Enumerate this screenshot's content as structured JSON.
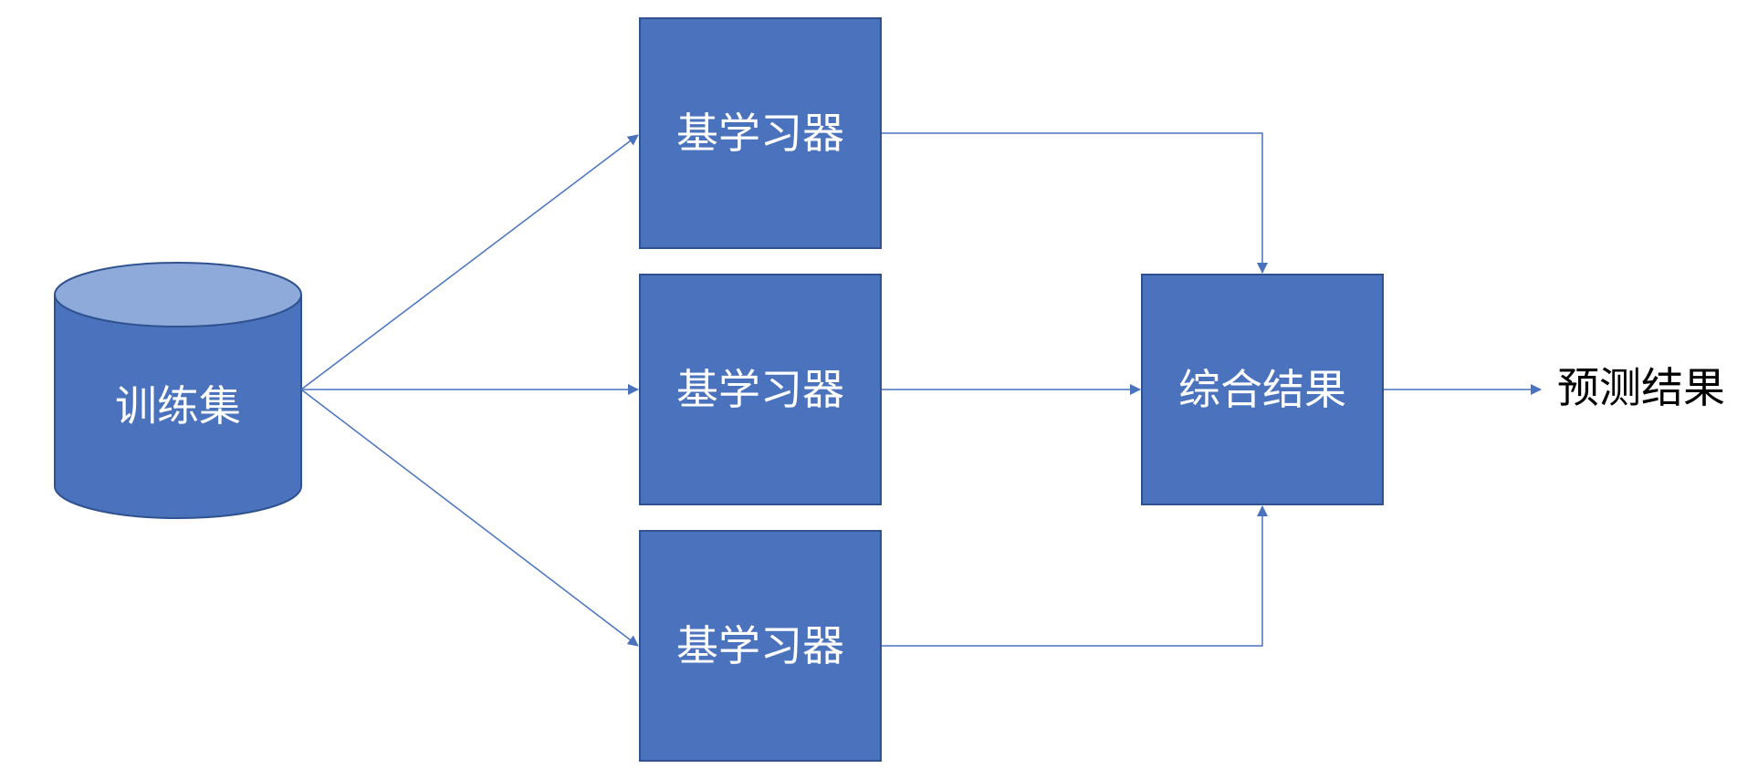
{
  "diagram": {
    "source": {
      "label": "训练集"
    },
    "learners": [
      {
        "label": "基学习器"
      },
      {
        "label": "基学习器"
      },
      {
        "label": "基学习器"
      }
    ],
    "combiner": {
      "label": "综合结果"
    },
    "output": {
      "label": "预测结果"
    }
  },
  "colors": {
    "box_fill": "#4a72bd",
    "box_stroke": "#2f528f",
    "cylinder_top": "#8eaadb",
    "arrow": "#4a72bd",
    "box_text": "#ffffff",
    "output_text": "#000000"
  }
}
